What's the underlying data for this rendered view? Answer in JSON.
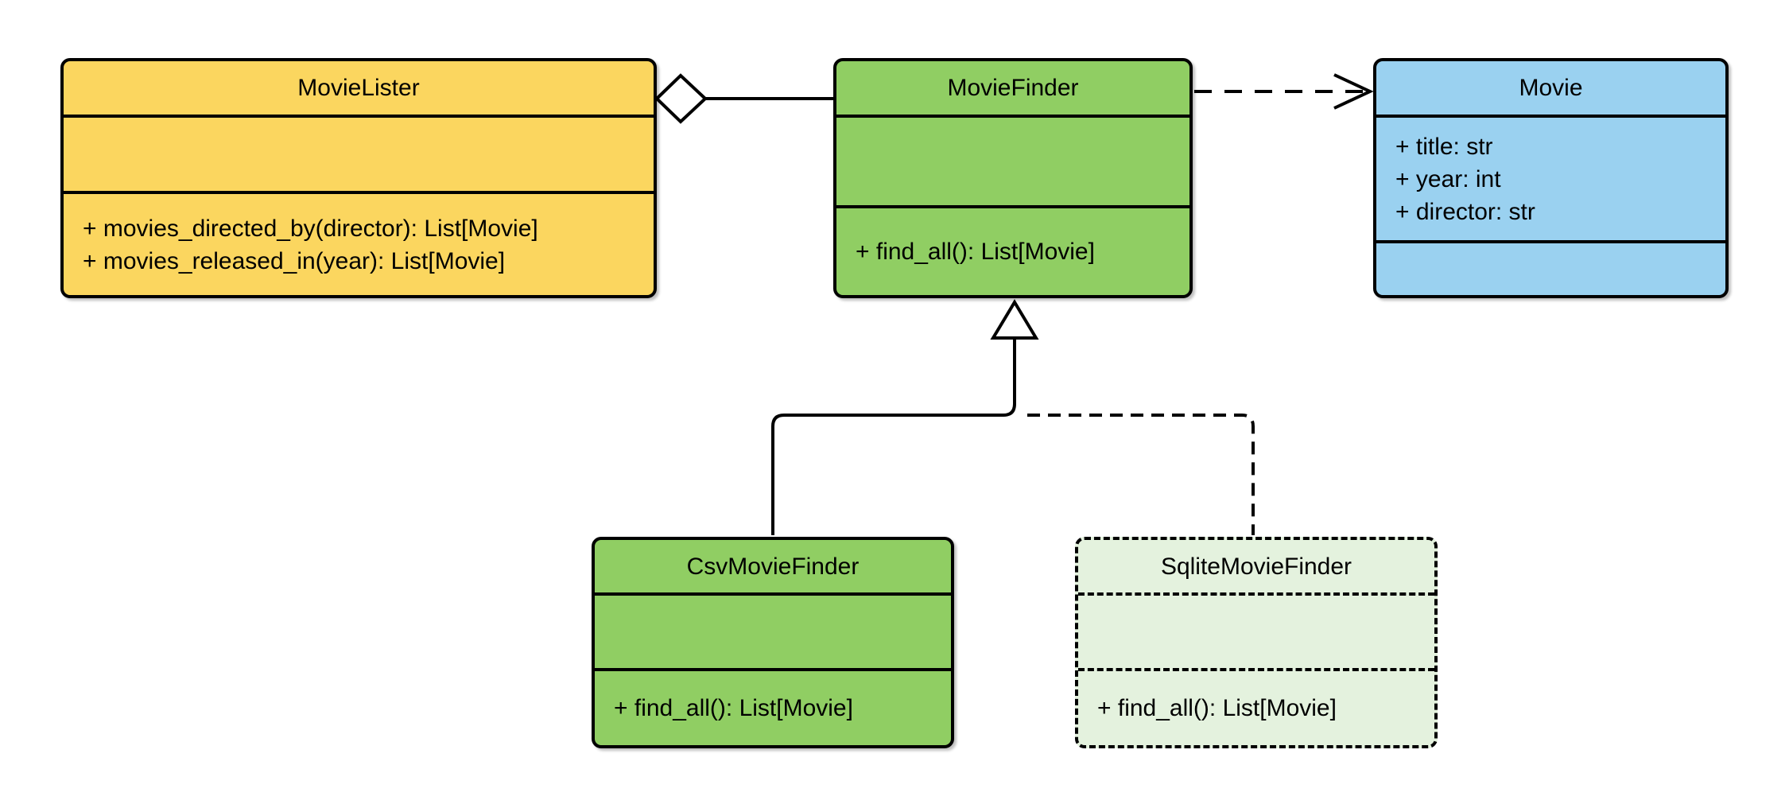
{
  "diagram": {
    "kind": "uml-class-diagram",
    "background": "#ffffff"
  },
  "palette": {
    "canvas_bg": "#ffffff",
    "box_border": "#000000",
    "connector": "#000000",
    "marker_fill": "#ffffff",
    "movielister_fill": "#FBD65F",
    "moviefinder_fill": "#90CE63",
    "movie_fill": "#9AD1F0",
    "csvmoviefinder_fill": "#90CE63",
    "sqlitemoviefinder_fill": "#E4F2DE"
  },
  "classes": {
    "movielister": {
      "name": "MovieLister",
      "attributes": [],
      "methods": [
        "+ movies_directed_by(director): List[Movie]",
        "+ movies_released_in(year): List[Movie]"
      ]
    },
    "moviefinder": {
      "name": "MovieFinder",
      "attributes": [],
      "methods": [
        "+ find_all(): List[Movie]"
      ]
    },
    "movie": {
      "name": "Movie",
      "attributes": [
        "+ title: str",
        "+ year: int",
        "+ director: str"
      ],
      "methods": []
    },
    "csvmoviefinder": {
      "name": "CsvMovieFinder",
      "attributes": [],
      "methods": [
        "+ find_all(): List[Movie]"
      ]
    },
    "sqlitemoviefinder": {
      "name": "SqliteMovieFinder",
      "attributes": [],
      "methods": [
        "+ find_all(): List[Movie]"
      ]
    }
  },
  "relationships": [
    {
      "type": "aggregation",
      "owner": "MovieLister",
      "part": "MovieFinder",
      "line": "solid",
      "marker": "hollow-diamond"
    },
    {
      "type": "dependency",
      "from": "MovieFinder",
      "to": "Movie",
      "line": "dashed",
      "marker": "open-arrow"
    },
    {
      "type": "generalization",
      "child": "CsvMovieFinder",
      "parent": "MovieFinder",
      "line": "solid",
      "marker": "hollow-triangle"
    },
    {
      "type": "generalization",
      "child": "SqliteMovieFinder",
      "parent": "MovieFinder",
      "line": "dashed",
      "marker": "hollow-triangle"
    }
  ]
}
